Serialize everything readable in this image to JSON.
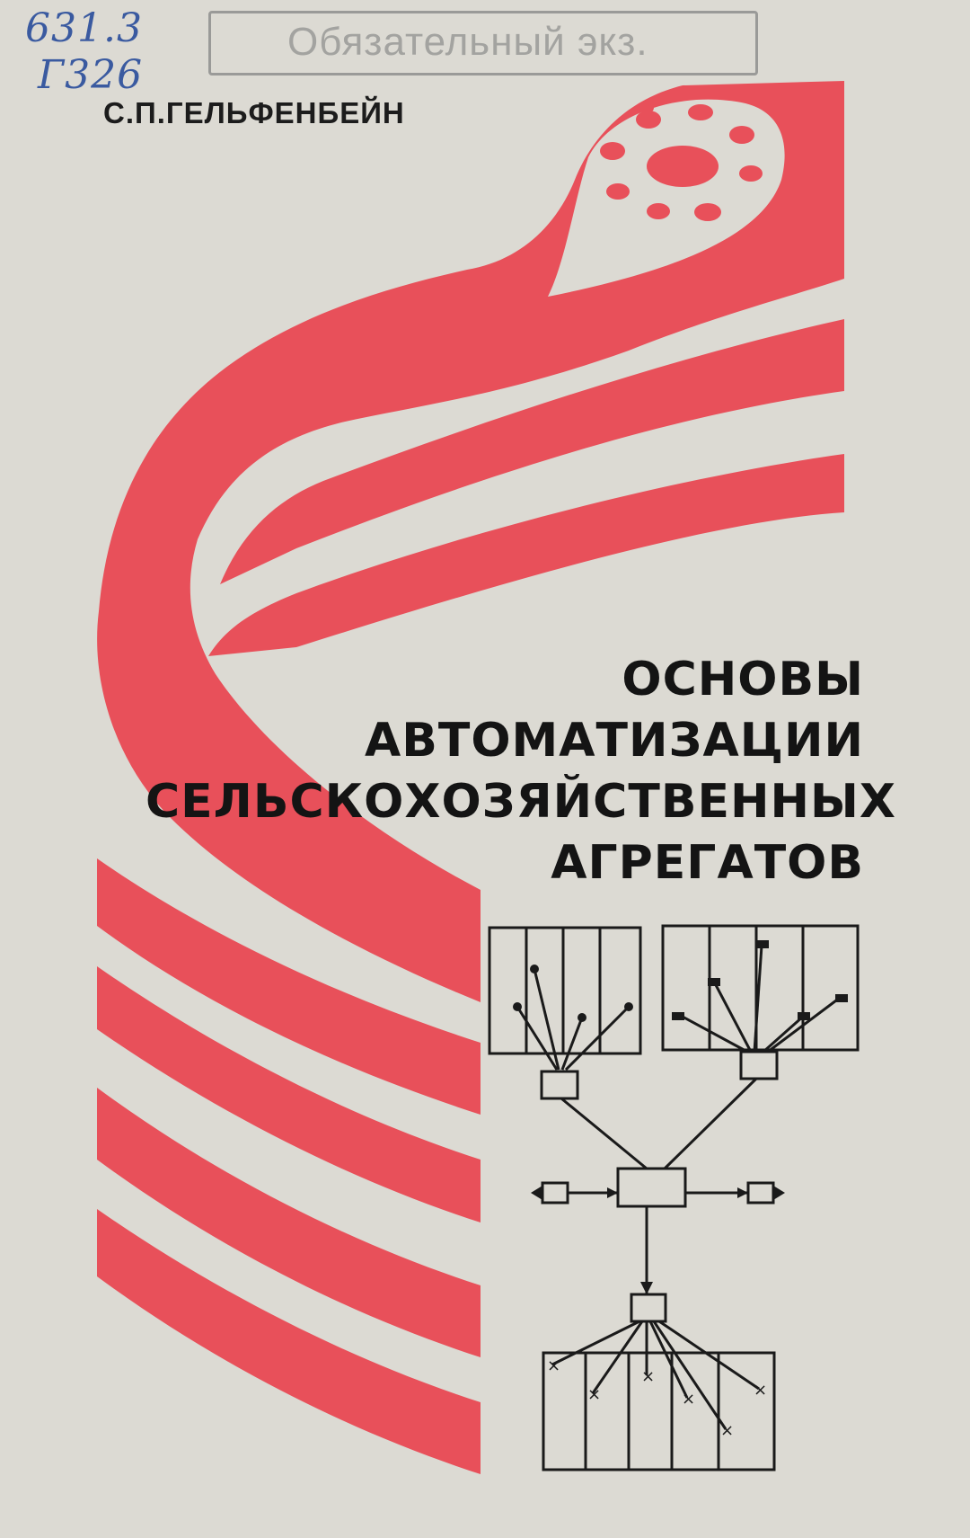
{
  "call_number": {
    "line1": "631.3",
    "line2": "Г326"
  },
  "stamp": {
    "text": "Обязательный экз."
  },
  "author": "С.П.ГЕЛЬФЕНБЕЙН",
  "title_lines": [
    "ОСНОВЫ",
    "АВТОМАТИЗАЦИИ",
    "СЕЛЬСКОХОЗЯЙСТВЕННЫХ",
    "АГРЕГАТОВ"
  ],
  "colors": {
    "background": "#dcdad3",
    "red": "#e8505a",
    "text": "#141414",
    "ink_blue": "#3a5aa0"
  }
}
